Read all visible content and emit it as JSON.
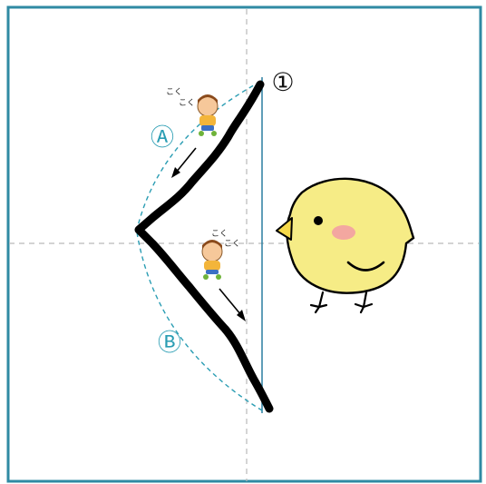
{
  "step": {
    "number": "①"
  },
  "paths": {
    "a": {
      "label": "Ⓐ"
    },
    "b": {
      "label": "Ⓑ"
    }
  },
  "children": {
    "top": {
      "sound": "こく"
    },
    "bottom": {
      "sound": "こく"
    }
  },
  "colors": {
    "frame": "#2f8aa3",
    "guide": "#b9b9b9",
    "accent": "#2a9db3",
    "stroke": "#000000",
    "chick_body": "#f6ec86",
    "chick_cheek": "#f3a7a0"
  }
}
